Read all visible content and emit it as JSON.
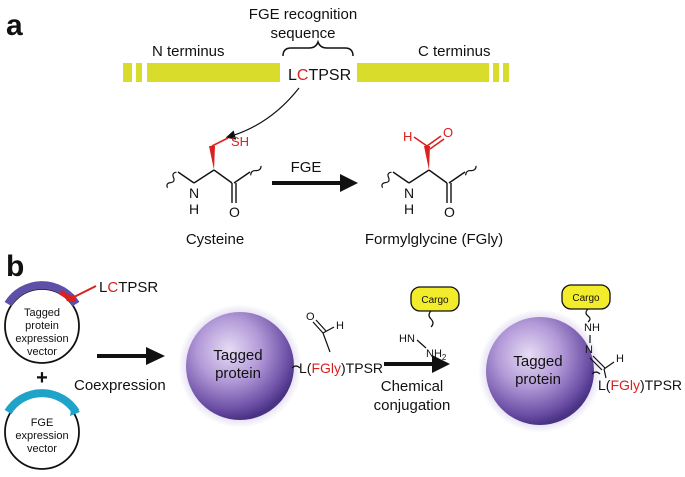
{
  "panel_a": {
    "letter": "a",
    "recognition_label_line1": "FGE recognition",
    "recognition_label_line2": "sequence",
    "n_terminus": "N terminus",
    "c_terminus": "C terminus",
    "seq_prefix": "L",
    "seq_highlight": "C",
    "seq_suffix": "TPSR",
    "sh_label": "SH",
    "nh_n": "N",
    "nh_h": "H",
    "carbonyl_o": "O",
    "ald_h": "H",
    "ald_o": "O",
    "enzyme_label": "FGE",
    "cysteine_label": "Cysteine",
    "fgly_label": "Formylglycine (FGly)"
  },
  "panel_b": {
    "letter": "b",
    "plasmid1_seq_prefix": "L",
    "plasmid1_seq_highlight": "C",
    "plasmid1_seq_suffix": "TPSR",
    "plasmid1_lines": [
      "Tagged",
      "protein",
      "expression",
      "vector"
    ],
    "plus": "+",
    "plasmid2_lines": [
      "FGE",
      "expression",
      "vector"
    ],
    "coexpression": "Coexpression",
    "protein_lines": [
      "Tagged",
      "protein"
    ],
    "tag_prefix": "L(",
    "tag_highlight": "FGly",
    "tag_suffix": ")TPSR",
    "cargo": "Cargo",
    "hn": "HN",
    "nh2": "NH",
    "nh2_sub": "2",
    "step2_line1": "Chemical",
    "step2_line2": "conjugation",
    "ald_o": "O",
    "ald_h": "H",
    "nh": "NH",
    "n": "N",
    "hydrazone_h": "H"
  },
  "colors": {
    "protein_bar": "#d9dc2b",
    "highlight_red": "#d9211f",
    "plasmid1_arc": "#5e4fa8",
    "plasmid2_arc": "#1fa3c9",
    "cargo_fill": "#f2ec2a",
    "sphere_core": "#c5b3e3",
    "sphere_edge": "#5a3f94"
  }
}
